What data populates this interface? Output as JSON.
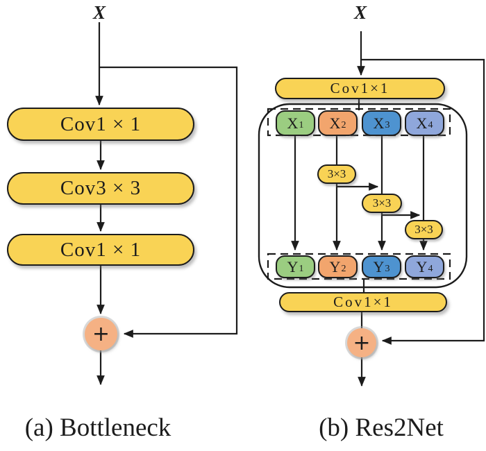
{
  "colors": {
    "line": "#1c1c1c",
    "yellow": "#f9d355",
    "green": "#9bcd81",
    "orange": "#f2a56d",
    "blue": "#4e93d0",
    "periwinkle": "#8fa7db",
    "sum": "#f5b184"
  },
  "left": {
    "x_label": "X",
    "conv1": "Cov1 × 1",
    "conv2": "Cov3 × 3",
    "conv3": "Cov1 × 1",
    "sum": "+",
    "caption": "(a) Bottleneck"
  },
  "right": {
    "x_label": "X",
    "conv_top": "Cov1×1",
    "conv_bottom": "Cov1×1",
    "splits": [
      {
        "base": "X",
        "sub": "1"
      },
      {
        "base": "X",
        "sub": "2"
      },
      {
        "base": "X",
        "sub": "3"
      },
      {
        "base": "X",
        "sub": "4"
      }
    ],
    "convs": [
      "3×3",
      "3×3",
      "3×3"
    ],
    "outputs": [
      {
        "base": "Y",
        "sub": "1"
      },
      {
        "base": "Y",
        "sub": "2"
      },
      {
        "base": "Y",
        "sub": "3"
      },
      {
        "base": "Y",
        "sub": "4"
      }
    ],
    "sum": "+",
    "caption": "(b) Res2Net"
  }
}
